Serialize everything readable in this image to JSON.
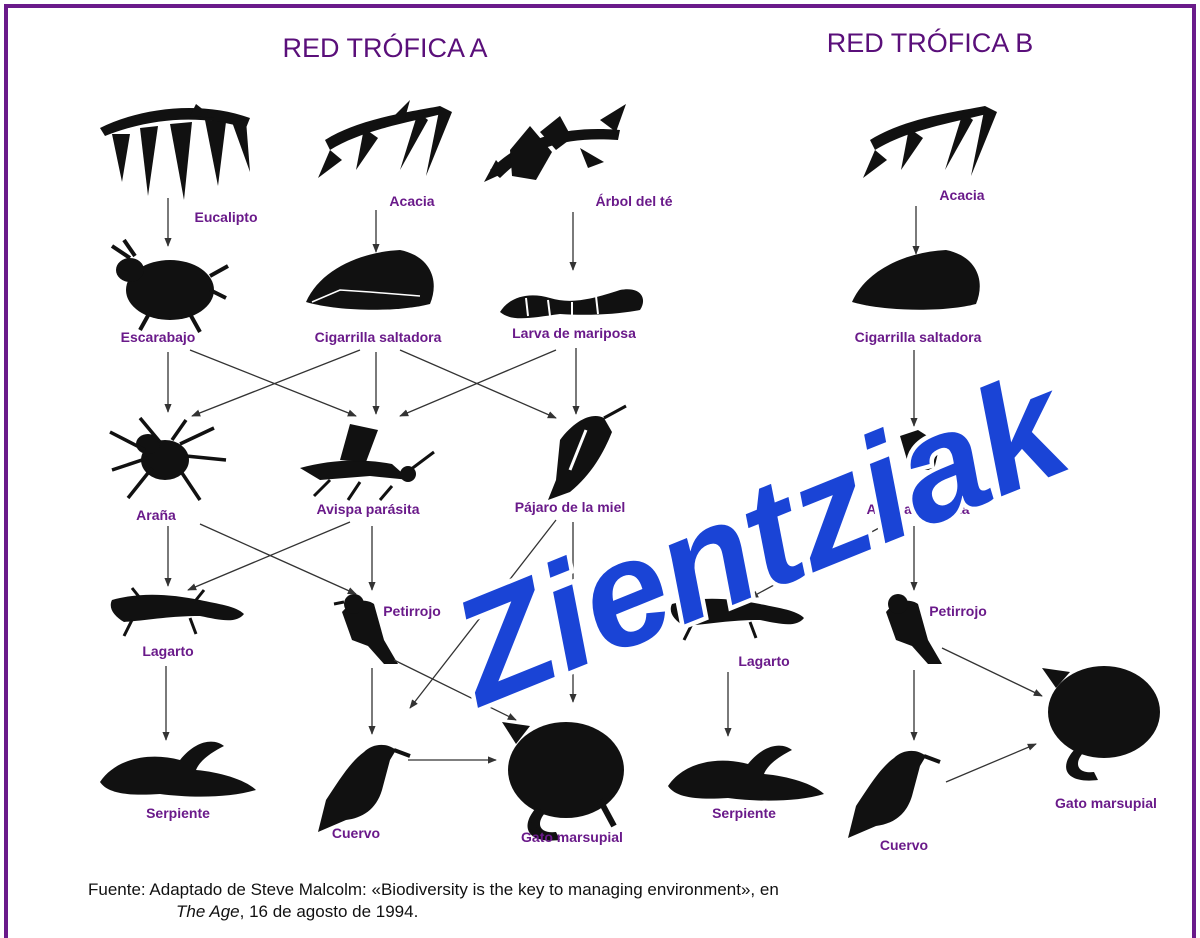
{
  "titles": {
    "a": "RED TRÓFICA A",
    "b": "RED TRÓFICA B"
  },
  "web_a": {
    "eucalipto": "Eucalipto",
    "acacia": "Acacia",
    "arbol_te": "Árbol del té",
    "escarabajo": "Escarabajo",
    "cigarrilla": "Cigarrilla saltadora",
    "larva": "Larva de mariposa",
    "arana": "Araña",
    "avispa": "Avispa parásita",
    "pajaro": "Pájaro de la miel",
    "lagarto": "Lagarto",
    "petirrojo": "Petirrojo",
    "serpiente": "Serpiente",
    "cuervo": "Cuervo",
    "gato": "Gato marsupial"
  },
  "web_b": {
    "acacia": "Acacia",
    "cigarrilla": "Cigarrilla saltadora",
    "avispa": "Avispa parásita",
    "petirrojo": "Petirrojo",
    "lagarto": "Lagarto",
    "serpiente": "Serpiente",
    "cuervo": "Cuervo",
    "gato": "Gato marsupial"
  },
  "source": {
    "line1": "Fuente: Adaptado de Steve Malcolm: «Biodiversity is the key to managing environment», en",
    "line2_title": "The Age",
    "line2_rest": ", 16 de agosto de 1994."
  },
  "watermark": "Zientziak",
  "colors": {
    "border": "#6a1a8a",
    "label": "#6a1a8a",
    "watermark": "#1a44d6"
  }
}
